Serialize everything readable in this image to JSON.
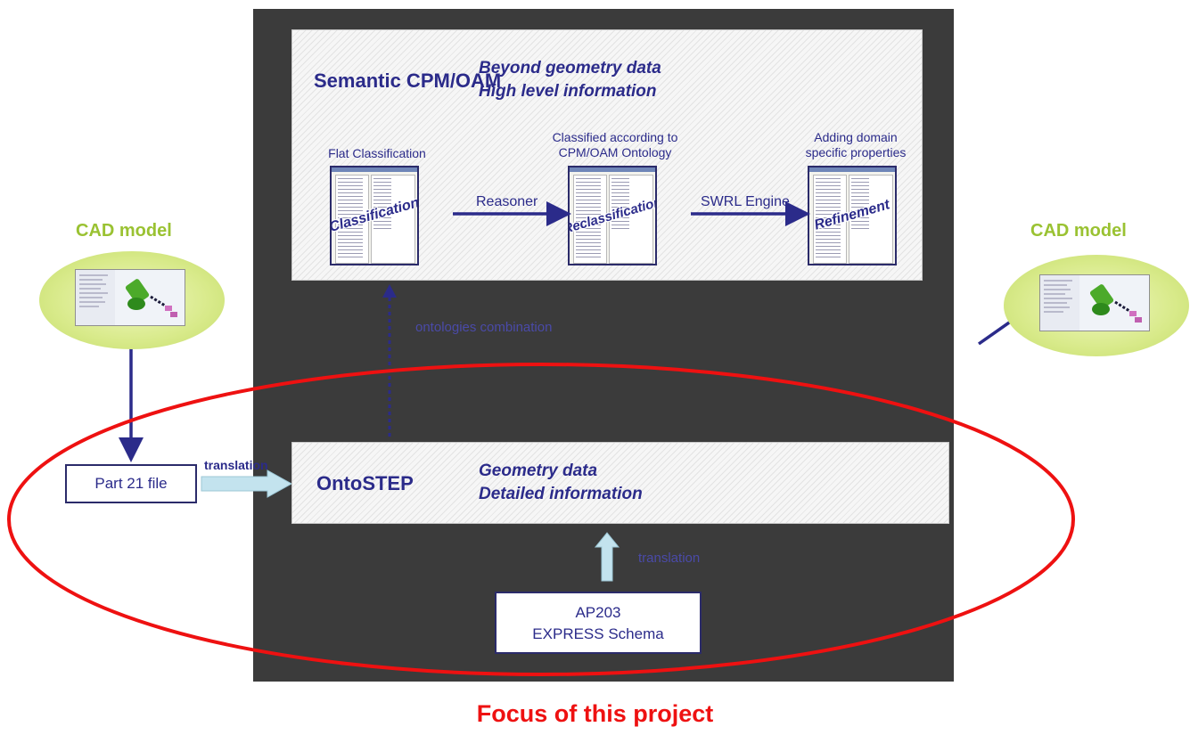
{
  "semantic": {
    "title": "Semantic CPM/OAM",
    "subtitle_line1": "Beyond geometry data",
    "subtitle_line2": "High level information"
  },
  "stages": [
    {
      "caption_line1": "Flat Classification",
      "caption_line2": "",
      "stamp": "Classification"
    },
    {
      "caption_line1": "Classified according to",
      "caption_line2": "CPM/OAM Ontology",
      "stamp": "Reclassification"
    },
    {
      "caption_line1": "Adding domain",
      "caption_line2": "specific properties",
      "stamp": "Refinement"
    }
  ],
  "arrows": {
    "reasoner": "Reasoner",
    "swrl": "SWRL Engine",
    "ontologies_combination": "ontologies combination",
    "translation_left": "translation",
    "translation_bottom": "translation"
  },
  "cad_left": {
    "title": "CAD model"
  },
  "cad_right": {
    "title": "CAD model"
  },
  "part21": {
    "label": "Part 21 file"
  },
  "ontostep": {
    "title": "OntoSTEP",
    "subtitle_line1": "Geometry data",
    "subtitle_line2": "Detailed information"
  },
  "ap203": {
    "line1": "AP203",
    "line2": "EXPRESS Schema"
  },
  "focus": {
    "label": "Focus of this project"
  },
  "colors": {
    "dark_panel": "#3b3b3b",
    "accent_blue": "#2b2b8a",
    "cad_green": "#9ac232",
    "focus_red": "#ee1111",
    "light_arrow": "#c3e3ee"
  }
}
